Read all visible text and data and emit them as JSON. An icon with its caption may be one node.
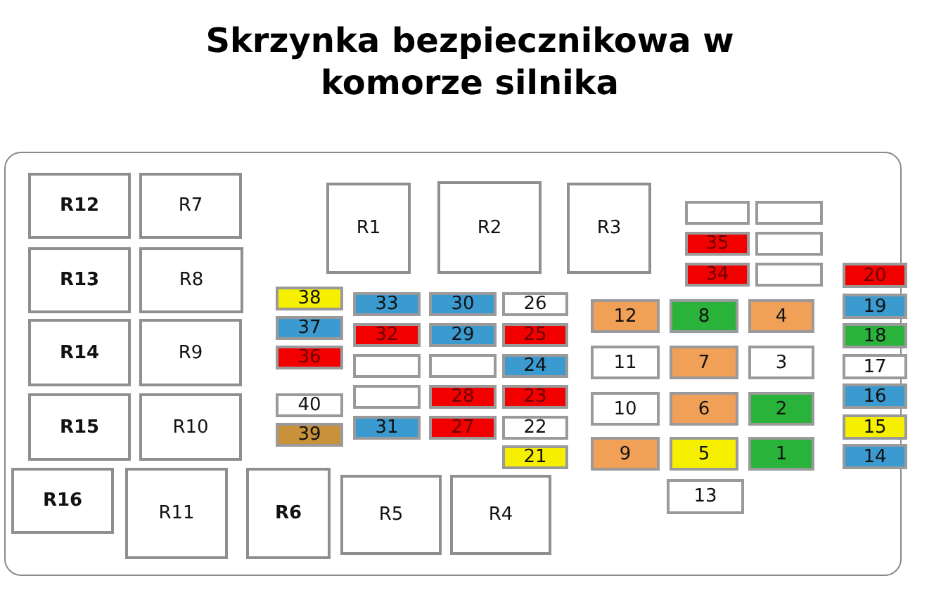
{
  "diagram": {
    "title": "Skrzynka bezpiecznikowa w komorze silnika",
    "nodes": [
      {
        "text": [
          "R12"
        ]
      },
      {
        "text": [
          "R7"
        ]
      },
      {
        "text": [
          "R13"
        ]
      },
      {
        "text": [
          "R8"
        ]
      },
      {
        "text": [
          "R14"
        ]
      },
      {
        "text": [
          "R9"
        ]
      },
      {
        "text": [
          "R15"
        ]
      },
      {
        "text": [
          "R10"
        ]
      },
      {
        "text": [
          "R16"
        ]
      },
      {
        "text": [
          "R11"
        ]
      },
      {
        "text": [
          "R6"
        ]
      },
      {
        "text": [
          "R1"
        ]
      },
      {
        "text": [
          "R2"
        ]
      },
      {
        "text": [
          "R3"
        ]
      },
      {
        "text": [
          "38"
        ]
      },
      {
        "text": [
          "37"
        ]
      },
      {
        "text": [
          "36"
        ]
      },
      {
        "text": [
          "40"
        ]
      },
      {
        "text": [
          "39"
        ]
      },
      {
        "text": [
          "33"
        ]
      },
      {
        "text": [
          "32"
        ]
      },
      {
        "text": [],
        "shape": "box"
      },
      {
        "text": [],
        "shape": "box"
      },
      {
        "text": [
          "31"
        ]
      },
      {
        "text": [
          "30"
        ]
      },
      {
        "text": [
          "29"
        ]
      },
      {
        "text": [],
        "shape": "box"
      },
      {
        "text": [
          "28"
        ]
      },
      {
        "text": [
          "27"
        ]
      },
      {
        "text": [
          "26"
        ]
      },
      {
        "text": [
          "25"
        ]
      },
      {
        "text": [
          "24"
        ]
      },
      {
        "text": [
          "23"
        ]
      },
      {
        "text": [
          "22"
        ]
      },
      {
        "text": [
          "21"
        ]
      },
      {
        "text": [
          "R5"
        ]
      },
      {
        "text": [
          "R4"
        ]
      },
      {
        "text": [],
        "shape": "box"
      },
      {
        "text": [],
        "shape": "box"
      },
      {
        "text": [
          "35"
        ]
      },
      {
        "text": [],
        "shape": "box"
      },
      {
        "text": [
          "34"
        ]
      },
      {
        "text": [],
        "shape": "box"
      },
      {
        "text": [
          "12"
        ]
      },
      {
        "text": [
          "11"
        ]
      },
      {
        "text": [
          "10"
        ]
      },
      {
        "text": [
          "9"
        ]
      },
      {
        "text": [
          "8"
        ]
      },
      {
        "text": [
          "7"
        ]
      },
      {
        "text": [
          "6"
        ]
      },
      {
        "text": [
          "5"
        ]
      },
      {
        "text": [
          "4"
        ]
      },
      {
        "text": [
          "3"
        ]
      },
      {
        "text": [
          "2"
        ]
      },
      {
        "text": [
          "1"
        ]
      },
      {
        "text": [
          "13"
        ]
      },
      {
        "text": [
          "20"
        ]
      },
      {
        "text": [
          "19"
        ]
      },
      {
        "text": [
          "18"
        ]
      },
      {
        "text": [
          "17"
        ]
      },
      {
        "text": [
          "16"
        ]
      },
      {
        "text": [
          "15"
        ]
      },
      {
        "text": [
          "14"
        ]
      }
    ]
  }
}
